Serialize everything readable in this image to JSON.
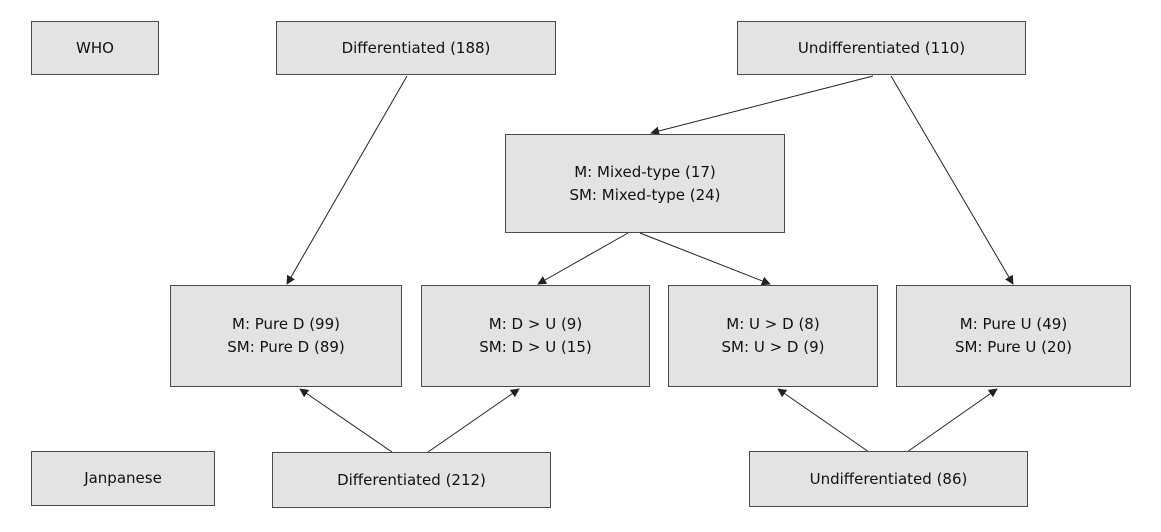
{
  "labels": {
    "who": "WHO",
    "japanese": "Janpanese"
  },
  "who": {
    "differentiated": "Differentiated (188)",
    "undifferentiated": "Undifferentiated (110)"
  },
  "mixed": {
    "line1": "M: Mixed-type (17)",
    "line2": "SM: Mixed-type (24)"
  },
  "categories": {
    "pure_d": {
      "line1": "M: Pure D (99)",
      "line2": "SM: Pure D (89)"
    },
    "d_gt_u": {
      "line1": "M: D > U (9)",
      "line2": "SM: D > U (15)"
    },
    "u_gt_d": {
      "line1": "M: U > D (8)",
      "line2": "SM: U > D (9)"
    },
    "pure_u": {
      "line1": "M: Pure U (49)",
      "line2": "SM: Pure U (20)"
    }
  },
  "japanese": {
    "differentiated": "Differentiated (212)",
    "undifferentiated": "Undifferentiated (86)"
  },
  "colors": {
    "box_fill": "#e3e3e3",
    "box_border": "#4a4a4a",
    "arrow": "#222222"
  }
}
